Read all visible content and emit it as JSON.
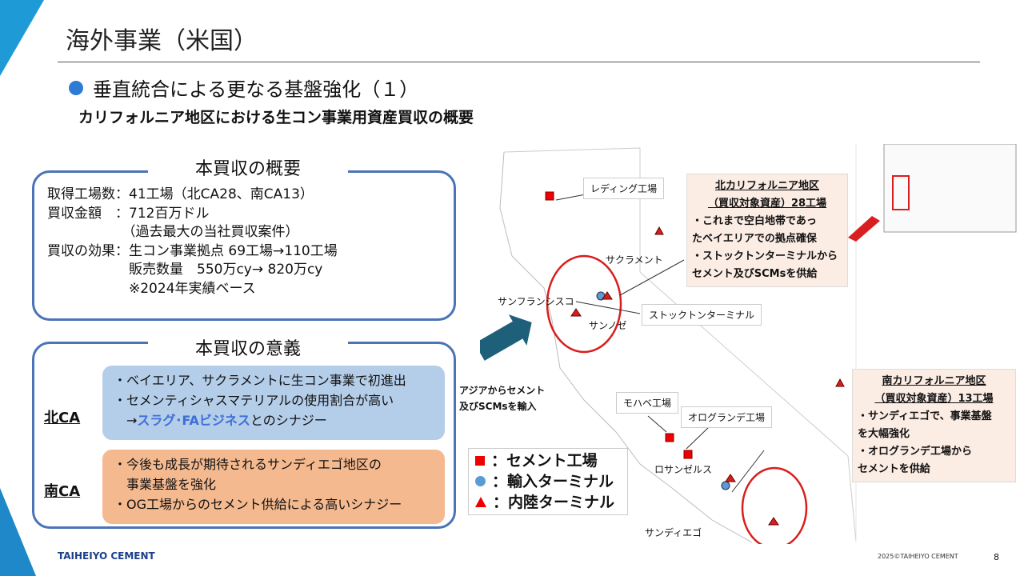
{
  "title": "海外事業（米国）",
  "heading": "垂直統合による更なる基盤強化（１）",
  "subtitle": "カリフォルニア地区における生コン事業用資産買収の概要",
  "overview": {
    "title": "本買収の概要",
    "lines": [
      "取得工場数：41工場（北CA28、南CA13）",
      "買収金額　：712百万ドル",
      "　　　　　　（過去最大の当社買収案件）",
      "買収の効果：生コン事業拠点 69工場→110工場",
      "　　　　　　販売数量　550万cy→ 820万cy",
      "　　　　　　※2024年実績ベース"
    ]
  },
  "significance": {
    "title": "本買収の意義",
    "north": {
      "label": "北CA",
      "line1": "・ベイエリア、サクラメントに生コン事業で初進出",
      "line2": "・セメンティシャスマテリアルの使用割合が高い",
      "line3_pre": "　→",
      "line3_hl": "スラグ･FAビジネス",
      "line3_post": "とのシナジー"
    },
    "south": {
      "label": "南CA",
      "lines": [
        "・今後も成長が期待されるサンディエゴ地区の",
        "　事業基盤を強化",
        "・OG工場からのセメント供給による高いシナジー"
      ]
    }
  },
  "import_note": [
    "アジアからセメント",
    "及びSCMsを輸入"
  ],
  "legend": {
    "cement_plant": "：セメント工場",
    "import_terminal": "：輸入ターミナル",
    "inland_terminal": "：内陸ターミナル"
  },
  "map": {
    "redding": "レディング工場",
    "sacramento": "サクラメント",
    "san_francisco": "サンフランシスコ",
    "san_jose": "サンノゼ",
    "stockton": "ストックトンターミナル",
    "mojave": "モハベ工場",
    "oro_grande": "オログランデ工場",
    "los_angeles": "ロサンゼルス",
    "san_diego": "サンディエゴ",
    "north_info": {
      "title1": "北カリフォルニア地区",
      "title2": "（買収対象資産）28工場",
      "lines": [
        "・これまで空白地帯であっ",
        "たベイエリアでの拠点確保",
        "・ストックトンターミナルから",
        "セメント及びSCMsを供給"
      ]
    },
    "south_info": {
      "title1": "南カリフォルニア地区",
      "title2": "（買収対象資産）13工場",
      "lines": [
        "・サンディエゴで、事業基盤",
        "を大幅強化",
        "・オログランデ工場から",
        "セメントを供給"
      ]
    }
  },
  "footer": {
    "logo": "TAIHEIYO CEMENT",
    "copyright": "2025©TAIHEIYO CEMENT",
    "page": "8"
  }
}
